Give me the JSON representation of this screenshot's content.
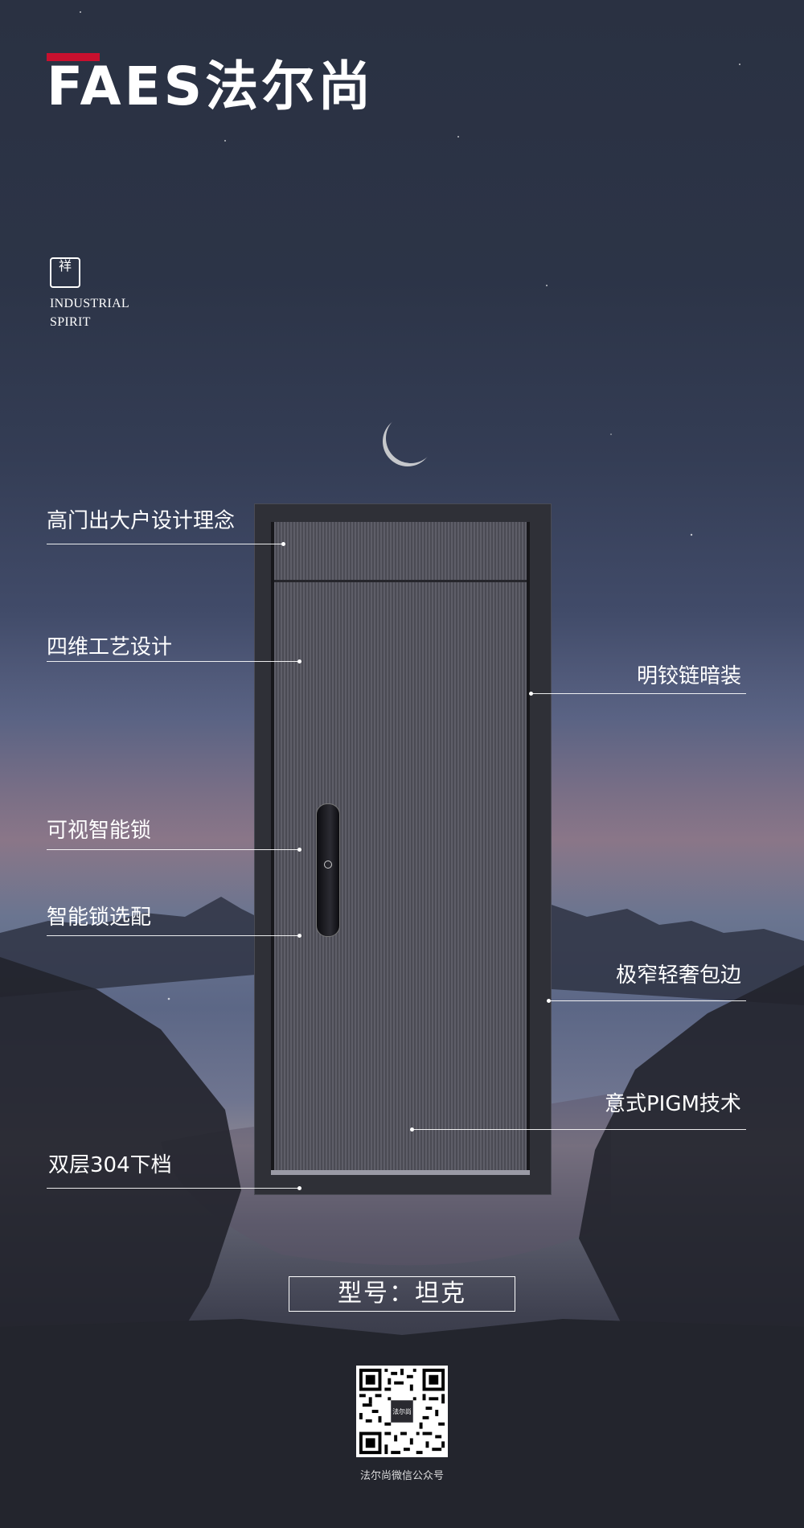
{
  "brand": {
    "logo_latin": "FAES",
    "logo_chinese": "法尔尚",
    "seal_text": "祥",
    "spirit_line1": "INDUSTRIAL",
    "spirit_line2": "SPIRIT",
    "accent_color": "#c8102e"
  },
  "callouts": {
    "left": [
      {
        "label": "高门出大户设计理念"
      },
      {
        "label": "四维工艺设计"
      },
      {
        "label": "可视智能锁"
      },
      {
        "label": "智能锁选配"
      },
      {
        "label": "双层304下档"
      }
    ],
    "right": [
      {
        "label": "明铰链暗装"
      },
      {
        "label": "极窄轻奢包边"
      },
      {
        "label": "意式PIGM技术"
      }
    ]
  },
  "model": {
    "text": "型号：坦克"
  },
  "qr": {
    "caption": "法尔尚微信公众号",
    "center_text": "法尔尚"
  }
}
